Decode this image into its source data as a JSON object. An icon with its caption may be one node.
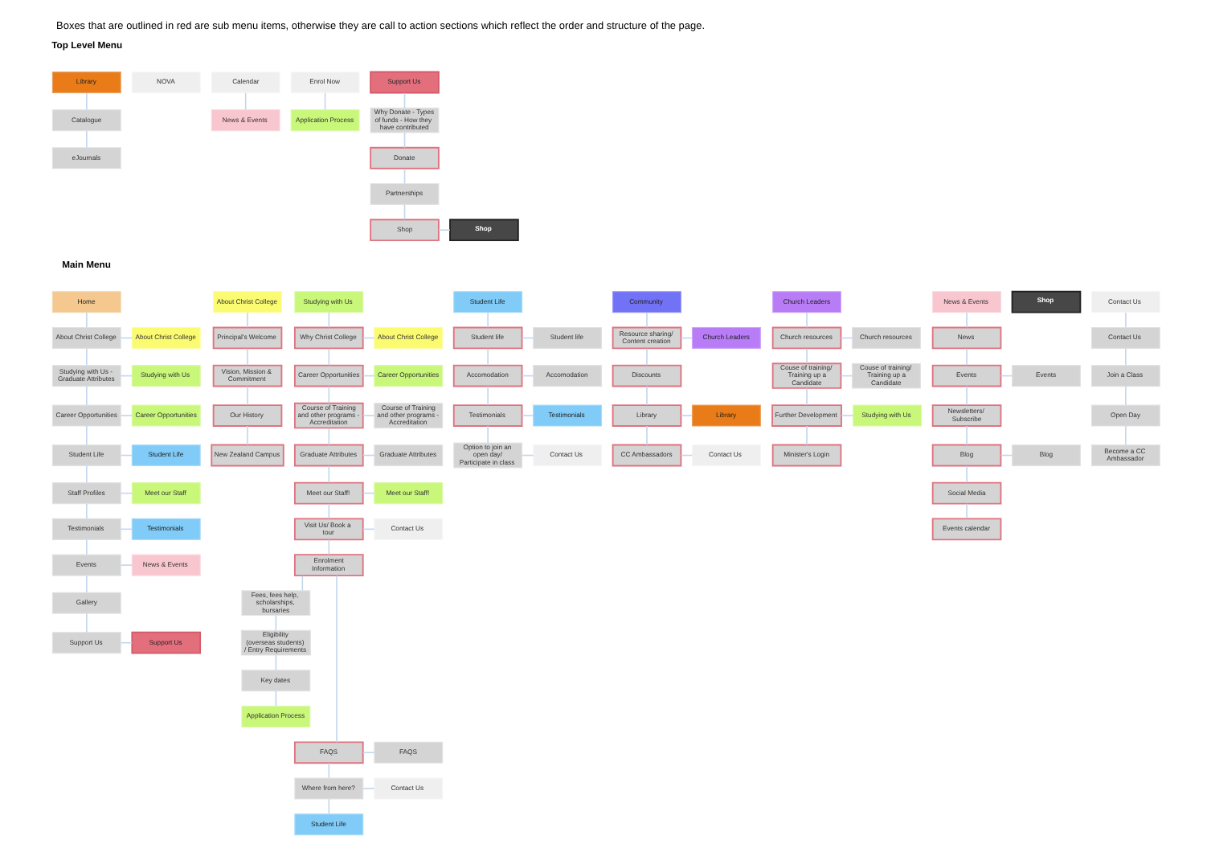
{
  "diagram": {
    "caption": "Boxes that are outlined in red are sub menu items, otherwise they are call to action sections which reflect the order and structure of the page.",
    "nodes": [
      {
        "text": [
          "Library"
        ]
      },
      {
        "text": [
          "Catalogue"
        ]
      },
      {
        "text": [
          "eJournals"
        ]
      },
      {
        "text": [
          "NOVA"
        ]
      },
      {
        "text": [
          "Calendar"
        ]
      },
      {
        "text": [
          "News & Events"
        ]
      },
      {
        "text": [
          "Enrol Now"
        ]
      },
      {
        "text": [
          "Application Process"
        ]
      },
      {
        "text": [
          "Support Us"
        ]
      },
      {
        "text": [
          "Why Donate - Types of funds - How they have contributed"
        ]
      },
      {
        "text": [
          "Donate"
        ]
      },
      {
        "text": [
          "Partnerships"
        ]
      },
      {
        "text": [
          "Shop"
        ]
      },
      {
        "text": [
          "Shop"
        ]
      },
      {
        "text": [
          "Home"
        ]
      },
      {
        "text": [
          "About Christ College"
        ]
      },
      {
        "text": [
          "About Christ College"
        ]
      },
      {
        "text": [
          "Studying with Us - Graduate Attributes"
        ]
      },
      {
        "text": [
          "Studying with Us"
        ]
      },
      {
        "text": [
          "Career Opportunities"
        ]
      },
      {
        "text": [
          "Career Opportunities"
        ]
      },
      {
        "text": [
          "Student Life"
        ]
      },
      {
        "text": [
          "Student Life"
        ]
      },
      {
        "text": [
          "Staff Profiles"
        ]
      },
      {
        "text": [
          "Meet our Staff"
        ]
      },
      {
        "text": [
          "Testimonials"
        ]
      },
      {
        "text": [
          "Testimonials"
        ]
      },
      {
        "text": [
          "Events"
        ]
      },
      {
        "text": [
          "News & Events"
        ]
      },
      {
        "text": [
          "Gallery"
        ]
      },
      {
        "text": [
          "Support Us"
        ]
      },
      {
        "text": [
          "Support Us"
        ]
      },
      {
        "text": [
          "About Christ College"
        ]
      },
      {
        "text": [
          "Principal's Welcome"
        ]
      },
      {
        "text": [
          "Vision, Mission & Commitment"
        ]
      },
      {
        "text": [
          "Our History"
        ]
      },
      {
        "text": [
          "New Zealand Campus"
        ]
      },
      {
        "text": [
          "Studying with Us"
        ]
      },
      {
        "text": [
          "Why Christ College"
        ]
      },
      {
        "text": [
          "About Christ College"
        ]
      },
      {
        "text": [
          "Career Opportunities"
        ]
      },
      {
        "text": [
          "Career Opportunities"
        ]
      },
      {
        "text": [
          "Course of Training and other programs - Accreditation"
        ]
      },
      {
        "text": [
          "Course of Training and other programs - Accreditation"
        ]
      },
      {
        "text": [
          "Graduate Attributes"
        ]
      },
      {
        "text": [
          "Graduate Attributes"
        ]
      },
      {
        "text": [
          "Meet our Staff!"
        ]
      },
      {
        "text": [
          "Meet our Staff!"
        ]
      },
      {
        "text": [
          "Visit Us/ Book a tour"
        ]
      },
      {
        "text": [
          "Contact Us"
        ]
      },
      {
        "text": [
          "Enrolment Information"
        ]
      },
      {
        "text": [
          "Fees, fees help, scholarships, bursaries"
        ]
      },
      {
        "text": [
          "Eligibility (overseas students) / Entry Requirements"
        ]
      },
      {
        "text": [
          "Key dates"
        ]
      },
      {
        "text": [
          "Application Process"
        ]
      },
      {
        "text": [
          "FAQS"
        ]
      },
      {
        "text": [
          "FAQS"
        ]
      },
      {
        "text": [
          "Where from here?"
        ]
      },
      {
        "text": [
          "Contact Us"
        ]
      },
      {
        "text": [
          "Student Life"
        ]
      },
      {
        "text": [
          "Student Life"
        ]
      },
      {
        "text": [
          "Student life"
        ]
      },
      {
        "text": [
          "Student life"
        ]
      },
      {
        "text": [
          "Accomodation"
        ]
      },
      {
        "text": [
          "Accomodation"
        ]
      },
      {
        "text": [
          "Testimonials"
        ]
      },
      {
        "text": [
          "Testimonials"
        ]
      },
      {
        "text": [
          "Option to join an open day/ Participate in class"
        ]
      },
      {
        "text": [
          "Contact Us"
        ]
      },
      {
        "text": [
          "Community"
        ]
      },
      {
        "text": [
          "Resource sharing/ Content creation"
        ]
      },
      {
        "text": [
          "Church Leaders"
        ]
      },
      {
        "text": [
          "Discounts"
        ]
      },
      {
        "text": [
          "Library"
        ]
      },
      {
        "text": [
          "Library"
        ]
      },
      {
        "text": [
          "CC Ambassadors"
        ]
      },
      {
        "text": [
          "Contact Us"
        ]
      },
      {
        "text": [
          "Church Leaders"
        ]
      },
      {
        "text": [
          "Church resources"
        ]
      },
      {
        "text": [
          "Church resources"
        ]
      },
      {
        "text": [
          "Couse of training/ Training up a Candidate"
        ]
      },
      {
        "text": [
          "Couse of training/ Training up a Candidate"
        ]
      },
      {
        "text": [
          "Further Development"
        ]
      },
      {
        "text": [
          "Studying with Us"
        ]
      },
      {
        "text": [
          "Minister's Login"
        ]
      },
      {
        "text": [
          "News & Events"
        ]
      },
      {
        "text": [
          "News"
        ]
      },
      {
        "text": [
          "Events"
        ]
      },
      {
        "text": [
          "Events"
        ]
      },
      {
        "text": [
          "Newsletters/ Subscribe"
        ]
      },
      {
        "text": [
          "Blog"
        ]
      },
      {
        "text": [
          "Blog"
        ]
      },
      {
        "text": [
          "Social Media"
        ]
      },
      {
        "text": [
          "Events calendar"
        ]
      },
      {
        "text": [
          "Shop"
        ]
      },
      {
        "text": [
          "Contact Us"
        ]
      },
      {
        "text": [
          "Contact Us"
        ]
      },
      {
        "text": [
          "Join a Class"
        ]
      },
      {
        "text": [
          "Open Day"
        ]
      },
      {
        "text": [
          "Become a CC Ambassador"
        ]
      }
    ],
    "edges": [
      {
        "from": 0,
        "to": 1,
        "arrow": "none"
      },
      {
        "from": 1,
        "to": 2,
        "arrow": "none"
      },
      {
        "from": 4,
        "to": 5,
        "arrow": "none"
      },
      {
        "from": 6,
        "to": 7,
        "arrow": "none"
      },
      {
        "from": 8,
        "to": 9,
        "arrow": "none"
      },
      {
        "from": 9,
        "to": 10,
        "arrow": "none"
      },
      {
        "from": 10,
        "to": 11,
        "arrow": "none"
      },
      {
        "from": 11,
        "to": 12,
        "arrow": "none"
      },
      {
        "from": 12,
        "to": 13,
        "arrow": "none"
      },
      {
        "from": 14,
        "to": 15,
        "arrow": "none"
      },
      {
        "from": 15,
        "to": 16,
        "arrow": "none"
      },
      {
        "from": 15,
        "to": 17,
        "arrow": "none"
      },
      {
        "from": 17,
        "to": 18,
        "arrow": "none"
      },
      {
        "from": 17,
        "to": 19,
        "arrow": "none"
      },
      {
        "from": 19,
        "to": 20,
        "arrow": "none"
      },
      {
        "from": 19,
        "to": 21,
        "arrow": "none"
      },
      {
        "from": 21,
        "to": 22,
        "arrow": "none"
      },
      {
        "from": 21,
        "to": 23,
        "arrow": "none"
      },
      {
        "from": 23,
        "to": 24,
        "arrow": "none"
      },
      {
        "from": 23,
        "to": 25,
        "arrow": "none"
      },
      {
        "from": 25,
        "to": 26,
        "arrow": "none"
      },
      {
        "from": 25,
        "to": 27,
        "arrow": "none"
      },
      {
        "from": 27,
        "to": 28,
        "arrow": "none"
      },
      {
        "from": 27,
        "to": 29,
        "arrow": "none"
      },
      {
        "from": 29,
        "to": 30,
        "arrow": "none"
      },
      {
        "from": 30,
        "to": 31,
        "arrow": "none"
      },
      {
        "from": 32,
        "to": 33,
        "arrow": "none"
      },
      {
        "from": 33,
        "to": 34,
        "arrow": "none"
      },
      {
        "from": 34,
        "to": 35,
        "arrow": "none"
      },
      {
        "from": 35,
        "to": 36,
        "arrow": "none"
      },
      {
        "from": 37,
        "to": 38,
        "arrow": "none"
      },
      {
        "from": 38,
        "to": 39,
        "arrow": "none"
      },
      {
        "from": 38,
        "to": 40,
        "arrow": "none"
      },
      {
        "from": 40,
        "to": 41,
        "arrow": "none"
      },
      {
        "from": 40,
        "to": 42,
        "arrow": "none"
      },
      {
        "from": 42,
        "to": 43,
        "arrow": "none"
      },
      {
        "from": 42,
        "to": 44,
        "arrow": "none"
      },
      {
        "from": 44,
        "to": 45,
        "arrow": "none"
      },
      {
        "from": 44,
        "to": 46,
        "arrow": "none"
      },
      {
        "from": 46,
        "to": 47,
        "arrow": "none"
      },
      {
        "from": 46,
        "to": 48,
        "arrow": "none"
      },
      {
        "from": 48,
        "to": 49,
        "arrow": "none"
      },
      {
        "from": 48,
        "to": 50,
        "arrow": "none"
      },
      {
        "from": 50,
        "to": 51,
        "arrow": "none"
      },
      {
        "from": 51,
        "to": 52,
        "arrow": "none"
      },
      {
        "from": 52,
        "to": 53,
        "arrow": "none"
      },
      {
        "from": 53,
        "to": 54,
        "arrow": "none"
      },
      {
        "from": 50,
        "to": 55,
        "arrow": "none"
      },
      {
        "from": 55,
        "to": 56,
        "arrow": "none"
      },
      {
        "from": 55,
        "to": 57,
        "arrow": "none"
      },
      {
        "from": 57,
        "to": 58,
        "arrow": "none"
      },
      {
        "from": 57,
        "to": 59,
        "arrow": "none"
      },
      {
        "from": 60,
        "to": 61,
        "arrow": "none"
      },
      {
        "from": 61,
        "to": 62,
        "arrow": "none"
      },
      {
        "from": 61,
        "to": 63,
        "arrow": "none"
      },
      {
        "from": 63,
        "to": 64,
        "arrow": "none"
      },
      {
        "from": 63,
        "to": 65,
        "arrow": "none"
      },
      {
        "from": 65,
        "to": 66,
        "arrow": "none"
      },
      {
        "from": 65,
        "to": 67,
        "arrow": "none"
      },
      {
        "from": 67,
        "to": 68,
        "arrow": "none"
      },
      {
        "from": 69,
        "to": 70,
        "arrow": "none"
      },
      {
        "from": 70,
        "to": 71,
        "arrow": "none"
      },
      {
        "from": 70,
        "to": 72,
        "arrow": "none"
      },
      {
        "from": 72,
        "to": 73,
        "arrow": "none"
      },
      {
        "from": 73,
        "to": 74,
        "arrow": "none"
      },
      {
        "from": 73,
        "to": 75,
        "arrow": "none"
      },
      {
        "from": 75,
        "to": 76,
        "arrow": "none"
      },
      {
        "from": 77,
        "to": 78,
        "arrow": "none"
      },
      {
        "from": 78,
        "to": 79,
        "arrow": "none"
      },
      {
        "from": 78,
        "to": 80,
        "arrow": "none"
      },
      {
        "from": 80,
        "to": 81,
        "arrow": "none"
      },
      {
        "from": 80,
        "to": 82,
        "arrow": "none"
      },
      {
        "from": 82,
        "to": 83,
        "arrow": "none"
      },
      {
        "from": 82,
        "to": 84,
        "arrow": "none"
      },
      {
        "from": 85,
        "to": 86,
        "arrow": "none"
      },
      {
        "from": 86,
        "to": 87,
        "arrow": "none"
      },
      {
        "from": 87,
        "to": 88,
        "arrow": "none"
      },
      {
        "from": 87,
        "to": 89,
        "arrow": "none"
      },
      {
        "from": 89,
        "to": 90,
        "arrow": "none"
      },
      {
        "from": 90,
        "to": 91,
        "arrow": "none"
      },
      {
        "from": 90,
        "to": 92,
        "arrow": "none"
      },
      {
        "from": 92,
        "to": 93,
        "arrow": "none"
      },
      {
        "from": 95,
        "to": 96,
        "arrow": "none"
      },
      {
        "from": 96,
        "to": 97,
        "arrow": "none"
      },
      {
        "from": 97,
        "to": 98,
        "arrow": "none"
      },
      {
        "from": 98,
        "to": 99,
        "arrow": "none"
      }
    ],
    "labels": [
      "Top Level Menu",
      "Main Menu"
    ]
  }
}
